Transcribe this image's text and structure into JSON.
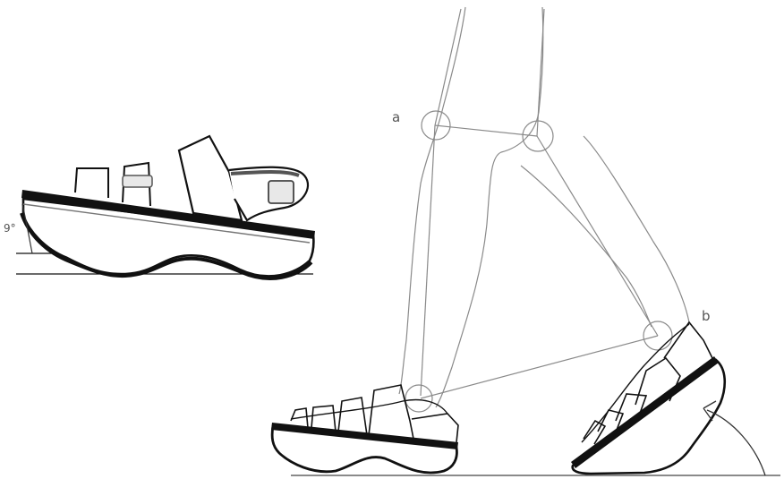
{
  "labels": {
    "point_a": "a",
    "point_b": "b",
    "angle": "9°"
  },
  "colors": {
    "ink": "#111111",
    "guide": "#8a8a8a",
    "label": "#555555"
  }
}
